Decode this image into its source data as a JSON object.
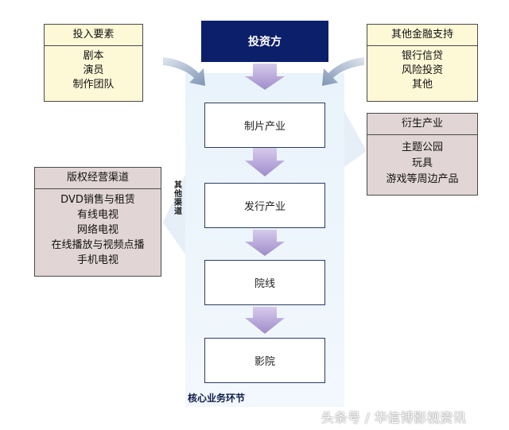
{
  "investor": {
    "label": "投资方"
  },
  "core": {
    "label": "核心业务环节",
    "steps": [
      "制片产业",
      "发行产业",
      "院线",
      "影院"
    ]
  },
  "inputs": {
    "title": "投入要素",
    "items": [
      "剧本",
      "演员",
      "制作团队"
    ]
  },
  "finance": {
    "title": "其他金融支持",
    "items": [
      "银行信贷",
      "风险投资",
      "其他"
    ]
  },
  "derivatives": {
    "title": "衍生产业",
    "items": [
      "主题公园",
      "玩具",
      "游戏等周边产品"
    ]
  },
  "copyright": {
    "title": "版权经营渠道",
    "items": [
      "DVD销售与租赁",
      "有线电视",
      "网络电视",
      "在线播放与视频点播",
      "手机电视"
    ]
  },
  "other_channel": {
    "label": "其他渠道"
  },
  "watermark": {
    "text": "头条号 / 华信博影视资讯"
  },
  "colors": {
    "investor_bg": "#0c1f6a",
    "input_bg": "#fdf8d6",
    "side_bg": "#e2d5d5",
    "arrow": "#b6a6d6",
    "core_bg": "#e9f3fb"
  }
}
